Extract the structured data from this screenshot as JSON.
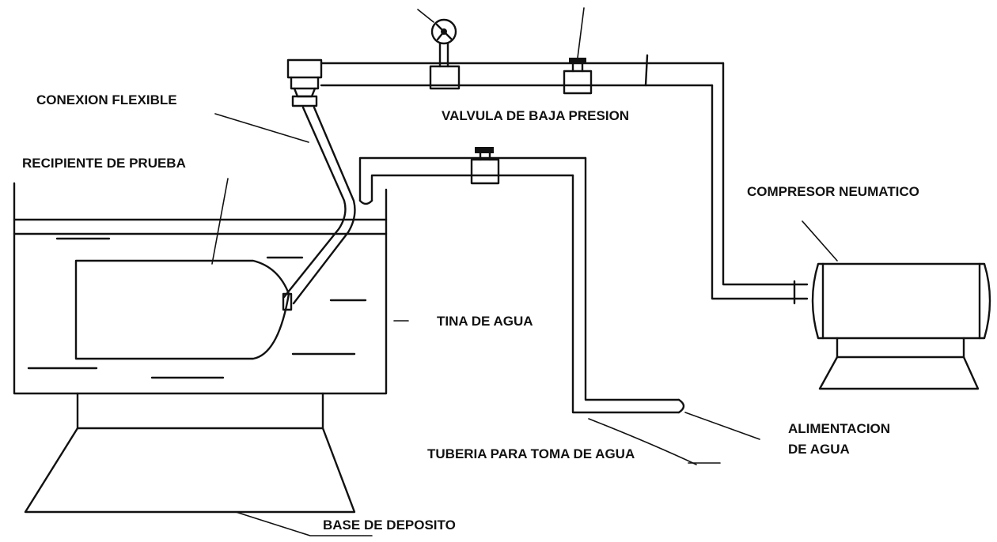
{
  "labels": {
    "conexion_flexible": "CONEXION FLEXIBLE",
    "valvula_baja_presion": "VALVULA DE BAJA PRESION",
    "recipiente_prueba": "RECIPIENTE DE PRUEBA",
    "compresor_neumatico": "COMPRESOR NEUMATICO",
    "tina_agua": "TINA DE AGUA",
    "alimentacion_line1": "ALIMENTACION",
    "alimentacion_line2": "DE AGUA",
    "tuberia_toma_agua": "TUBERIA PARA TOMA DE AGUA",
    "base_deposito": "BASE DE DEPOSITO"
  }
}
